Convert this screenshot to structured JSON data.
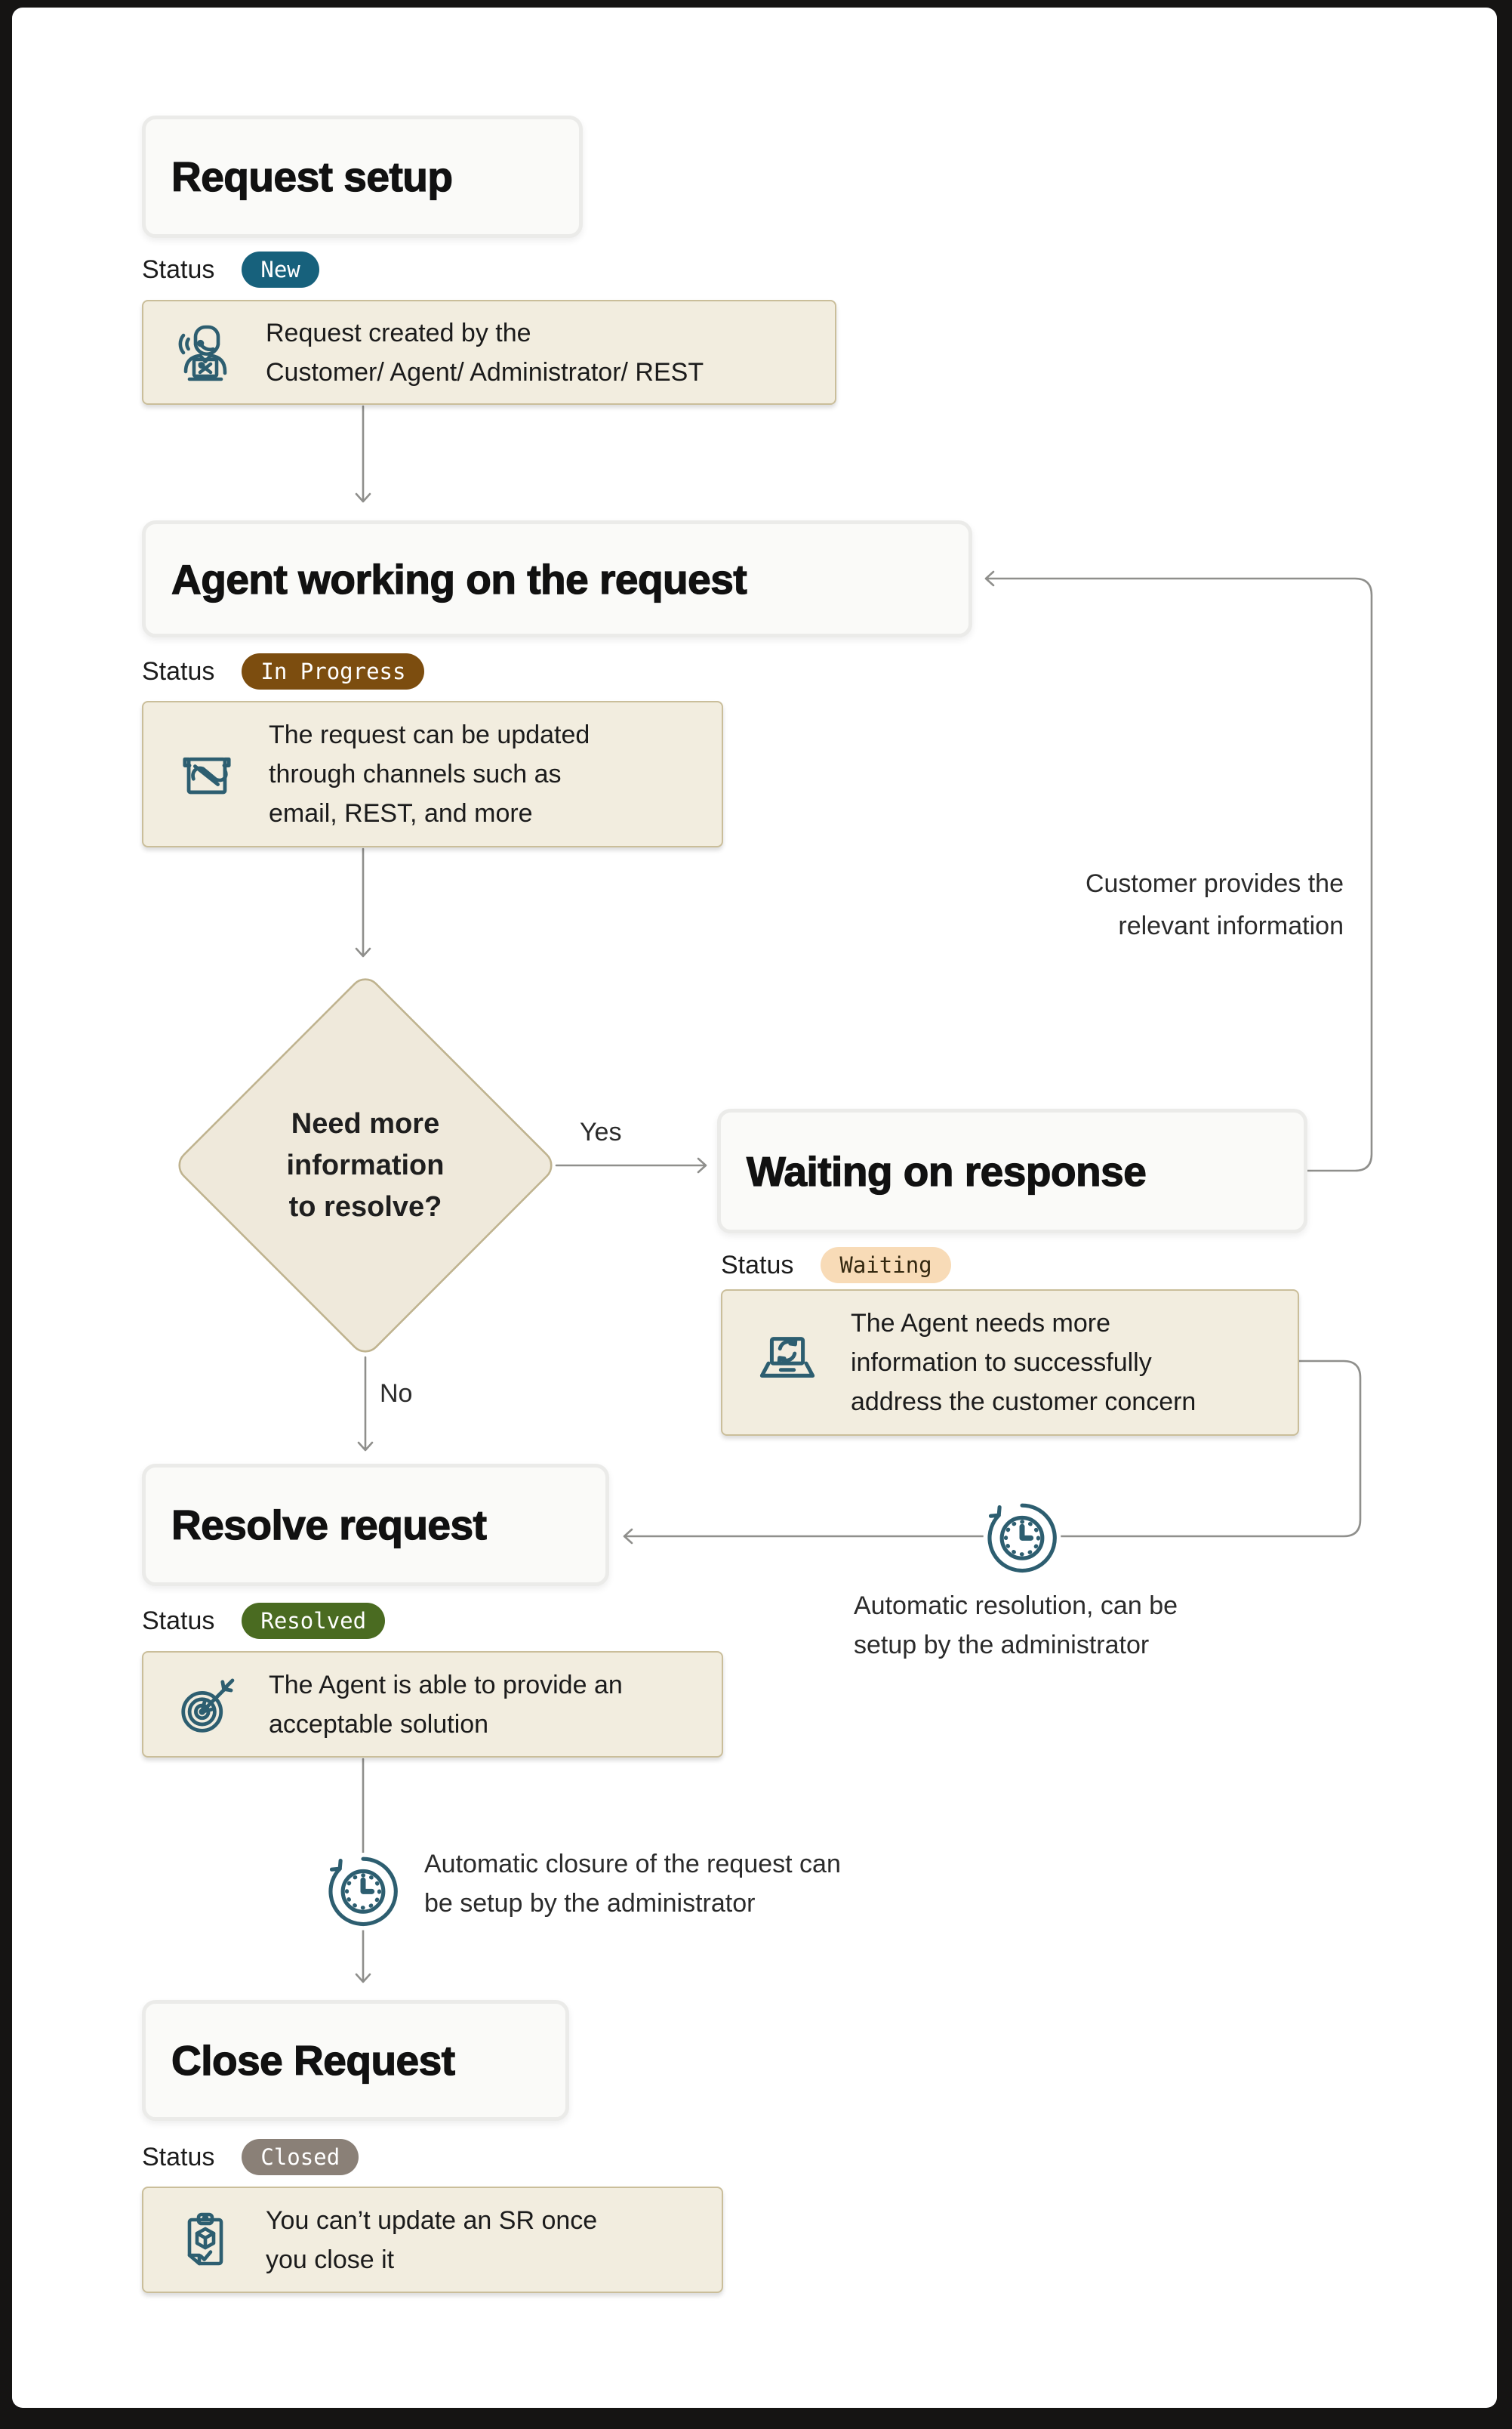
{
  "status_label": "Status",
  "nodes": {
    "request_setup": {
      "title": "Request setup",
      "status": "New",
      "desc_lines": [
        "Request created by the",
        "Customer/ Agent/ Administrator/ REST"
      ]
    },
    "agent_working": {
      "title": "Agent working on the request",
      "status": "In Progress",
      "desc_lines": [
        "The request can be updated",
        "through channels such as",
        "email, REST, and more"
      ]
    },
    "decision": {
      "lines": [
        "Need more",
        "information",
        "to resolve?"
      ],
      "yes_label": "Yes",
      "no_label": "No"
    },
    "waiting": {
      "title": "Waiting on response",
      "status": "Waiting",
      "desc_lines": [
        "The Agent needs more",
        "information to successfully",
        "address the customer concern"
      ]
    },
    "resolve": {
      "title": "Resolve request",
      "status": "Resolved",
      "desc_lines": [
        "The Agent is able to provide an",
        "acceptable solution"
      ]
    },
    "close": {
      "title": "Close Request",
      "status": "Closed",
      "desc_lines": [
        "You can’t update an SR once",
        "you close it"
      ]
    }
  },
  "annotations": {
    "customer_provides": [
      "Customer provides the",
      "relevant information"
    ],
    "auto_resolution": [
      "Automatic resolution, can be",
      "setup by the administrator"
    ],
    "auto_closure": [
      "Automatic closure of the request can",
      "be setup by the administrator"
    ]
  },
  "colors": {
    "status_new": "#17617C",
    "status_in_progress": "#7C4D0F",
    "status_waiting_bg": "#F8DBB7",
    "status_resolved": "#4A6B21",
    "status_closed": "#8A8077",
    "info_box_bg": "#F2EDDF",
    "info_box_border": "#CABE9A",
    "icon_teal": "#2D5E70",
    "connector_gray": "#8F8F8C"
  }
}
